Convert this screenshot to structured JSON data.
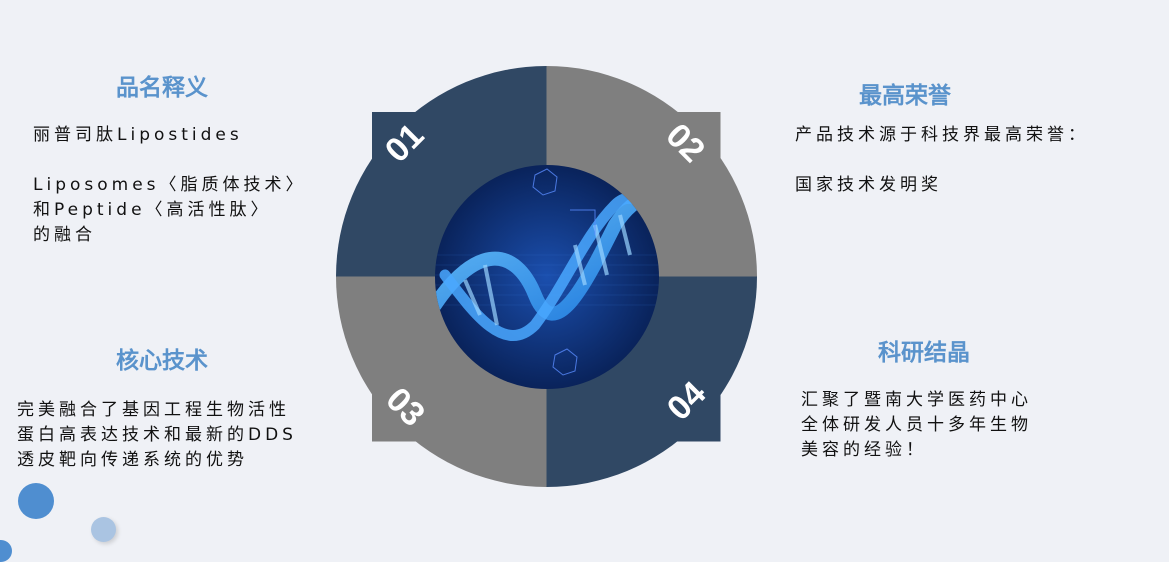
{
  "colors": {
    "dark_quadrant": "#304864",
    "gray_quadrant": "#7f7f7f",
    "title": "#5a93cc",
    "background": "#eff1f6"
  },
  "sections": [
    {
      "num": "01",
      "title": "品名释义",
      "text": "丽普司肽Lipostides\n\nLiposomes〈脂质体技术〉\n和Peptide〈高活性肽〉\n的融合"
    },
    {
      "num": "02",
      "title": "最高荣誉",
      "text": "产品技术源于科技界最高荣誉：\n\n国家技术发明奖"
    },
    {
      "num": "03",
      "title": "核心技术",
      "text": "完美融合了基因工程生物活性\n蛋白高表达技术和最新的DDS\n透皮靶向传递系统的优势"
    },
    {
      "num": "04",
      "title": "科研结晶",
      "text": "汇聚了暨南大学医药中心\n全体研发人员十多年生物\n美容的经验！"
    }
  ],
  "center_image": "dna-helix-image"
}
